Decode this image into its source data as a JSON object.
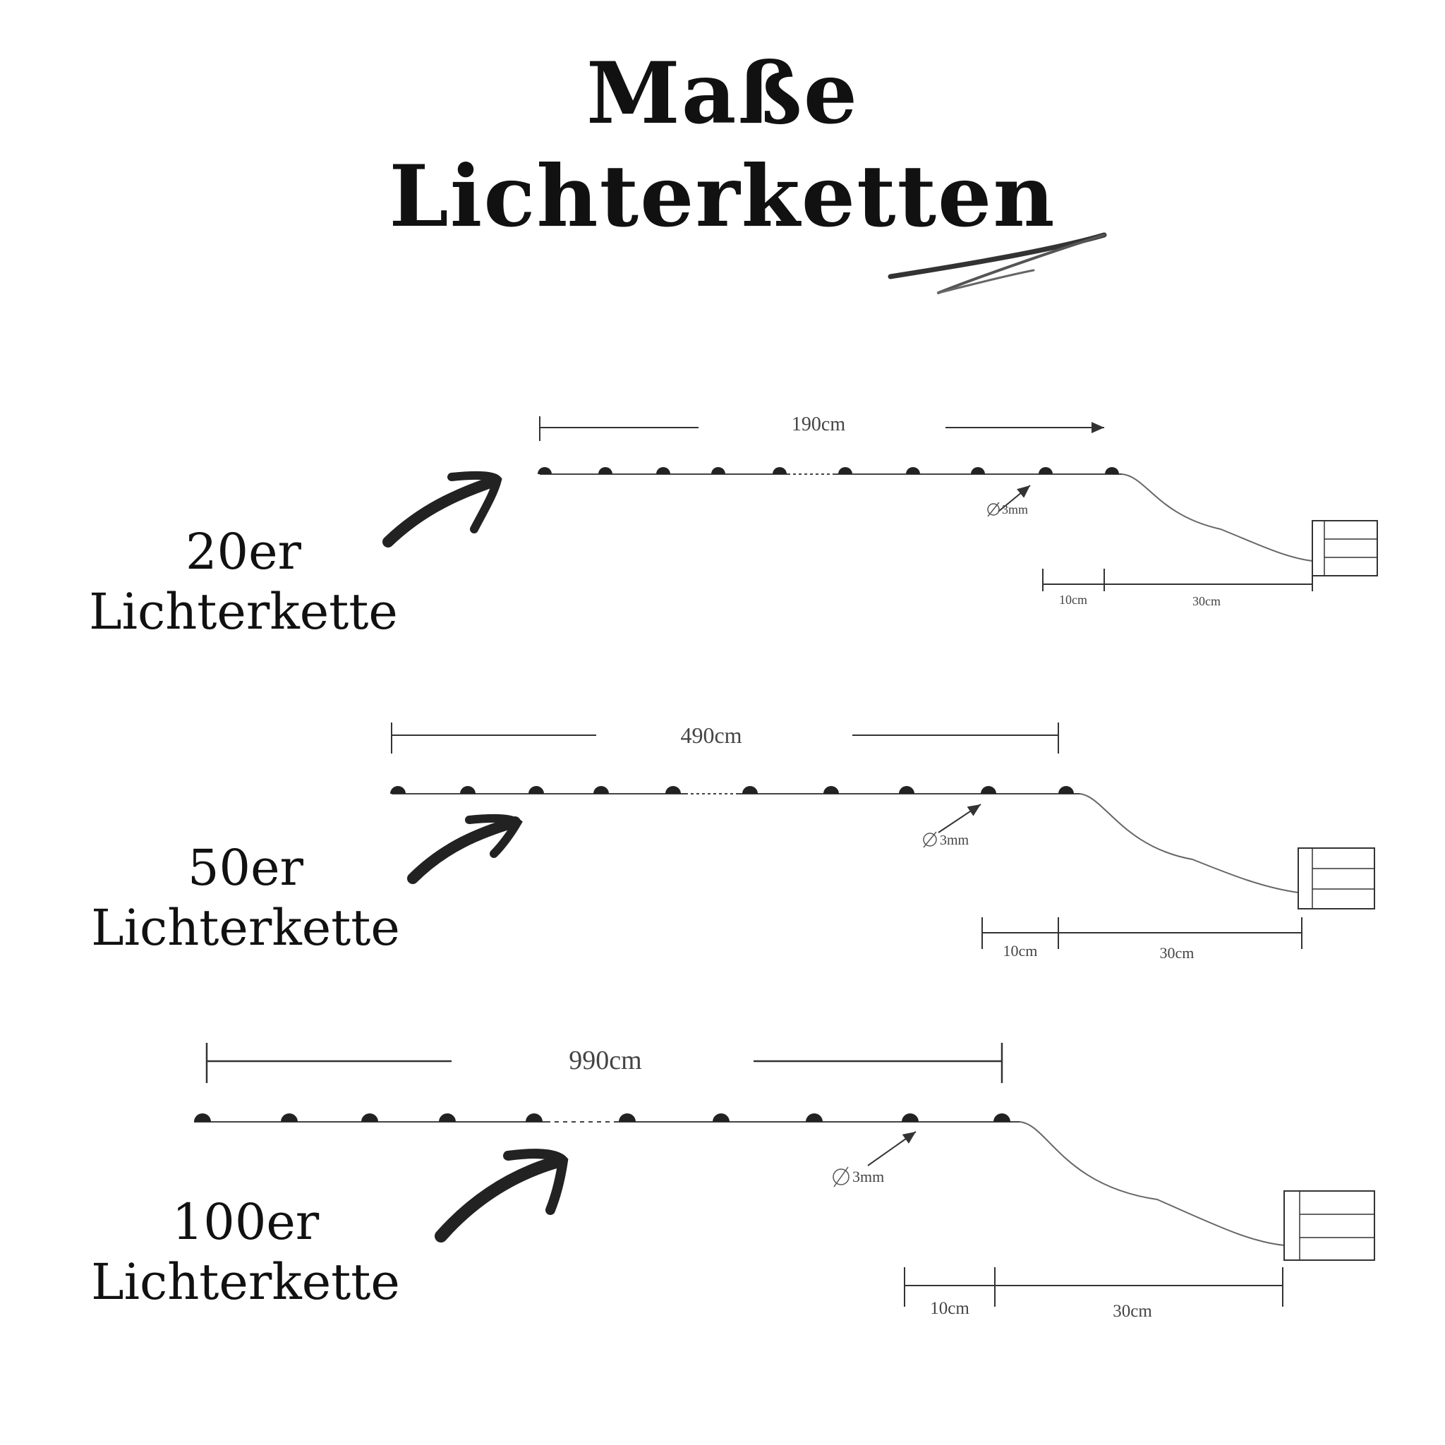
{
  "title": {
    "line1": "Maße",
    "line2": "Lichterketten"
  },
  "variants": [
    {
      "name_line1": "20er",
      "name_line2": "Lichterkette",
      "total_length": "190cm",
      "bulb_diameter": "3mm",
      "lead_length": "10cm",
      "cable_length": "30cm"
    },
    {
      "name_line1": "50er",
      "name_line2": "Lichterkette",
      "total_length": "490cm",
      "bulb_diameter": "3mm",
      "lead_length": "10cm",
      "cable_length": "30cm"
    },
    {
      "name_line1": "100er",
      "name_line2": "Lichterkette",
      "total_length": "990cm",
      "bulb_diameter": "3mm",
      "lead_length": "10cm",
      "cable_length": "30cm"
    }
  ]
}
